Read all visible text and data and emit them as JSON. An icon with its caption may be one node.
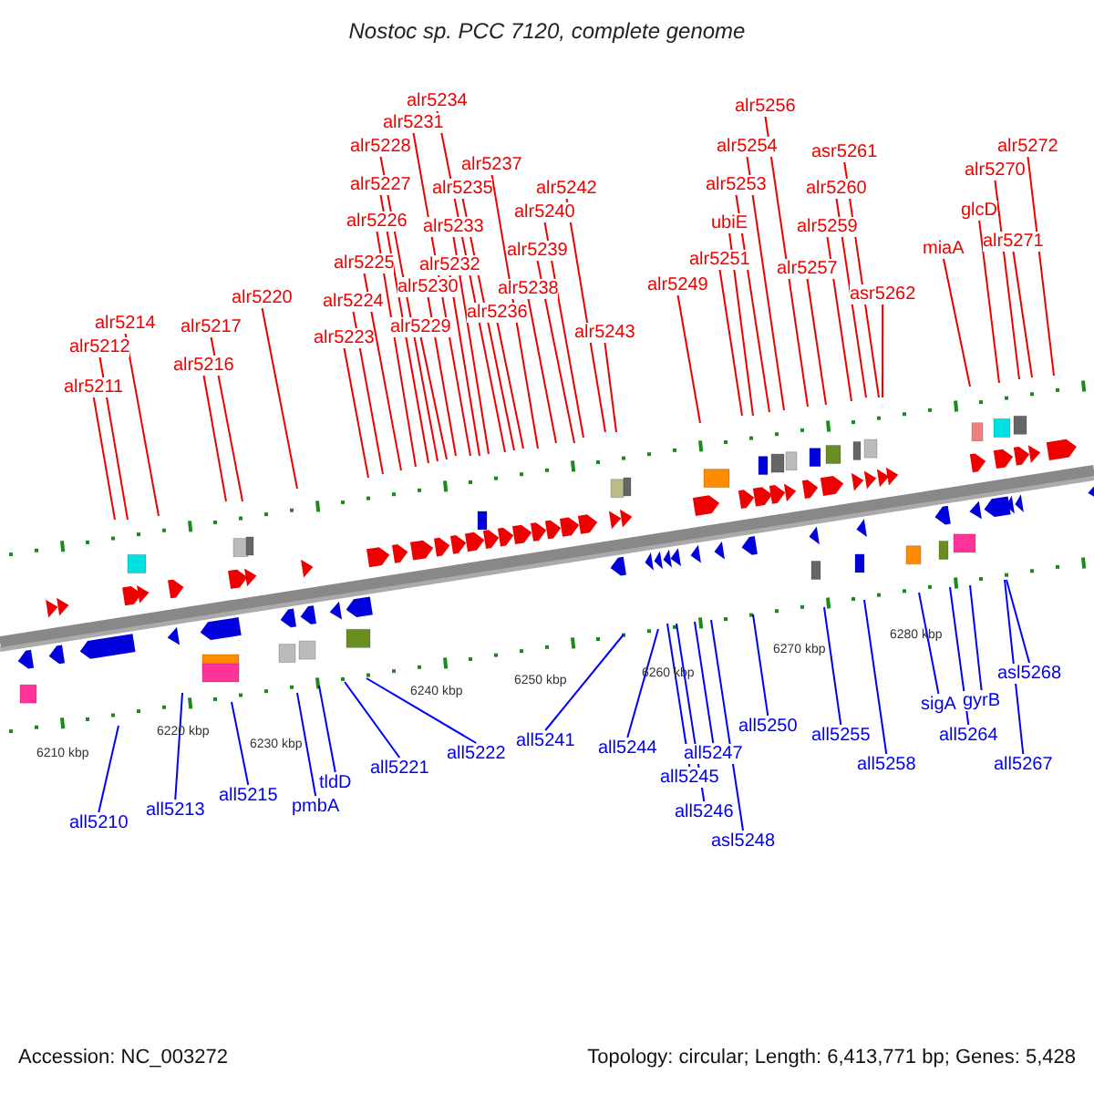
{
  "diagram": {
    "title": "Nostoc sp. PCC 7120, complete genome",
    "nodes": [
      {
        "text": [
          "alr5211"
        ]
      },
      {
        "text": [
          "alr5212"
        ]
      },
      {
        "text": [
          "alr5214"
        ]
      },
      {
        "text": [
          "alr5217"
        ]
      },
      {
        "text": [
          "alr5216"
        ]
      },
      {
        "text": [
          "alr5220"
        ]
      },
      {
        "text": [
          "alr5223"
        ]
      },
      {
        "text": [
          "alr5224"
        ]
      },
      {
        "text": [
          "alr5225"
        ]
      },
      {
        "text": [
          "alr5226"
        ]
      },
      {
        "text": [
          "alr5227"
        ]
      },
      {
        "text": [
          "alr5228"
        ]
      },
      {
        "text": [
          "alr5229"
        ]
      },
      {
        "text": [
          "alr5230"
        ]
      },
      {
        "text": [
          "alr5231"
        ]
      },
      {
        "text": [
          "alr5232"
        ]
      },
      {
        "text": [
          "alr5233"
        ]
      },
      {
        "text": [
          "alr5234"
        ]
      },
      {
        "text": [
          "alr5235"
        ]
      },
      {
        "text": [
          "alr5236"
        ]
      },
      {
        "text": [
          "alr5237"
        ]
      },
      {
        "text": [
          "alr5238"
        ]
      },
      {
        "text": [
          "alr5239"
        ]
      },
      {
        "text": [
          "alr5240"
        ]
      },
      {
        "text": [
          "alr5242"
        ]
      },
      {
        "text": [
          "alr5243"
        ]
      },
      {
        "text": [
          "alr5249"
        ]
      },
      {
        "text": [
          "alr5251"
        ]
      },
      {
        "text": [
          "ubiE"
        ]
      },
      {
        "text": [
          "alr5253"
        ]
      },
      {
        "text": [
          "alr5254"
        ]
      },
      {
        "text": [
          "alr5256"
        ]
      },
      {
        "text": [
          "alr5257"
        ]
      },
      {
        "text": [
          "alr5259"
        ]
      },
      {
        "text": [
          "alr5260"
        ]
      },
      {
        "text": [
          "asr5261"
        ]
      },
      {
        "text": [
          "asr5262"
        ]
      },
      {
        "text": [
          "miaA"
        ]
      },
      {
        "text": [
          "glcD"
        ]
      },
      {
        "text": [
          "alr5270"
        ]
      },
      {
        "text": [
          "alr5271"
        ]
      },
      {
        "text": [
          "alr5272"
        ]
      },
      {
        "text": [
          "all5210"
        ]
      },
      {
        "text": [
          "all5213"
        ]
      },
      {
        "text": [
          "all5215"
        ]
      },
      {
        "text": [
          "pmbA"
        ]
      },
      {
        "text": [
          "tldD"
        ]
      },
      {
        "text": [
          "all5221"
        ]
      },
      {
        "text": [
          "all5222"
        ]
      },
      {
        "text": [
          "all5241"
        ]
      },
      {
        "text": [
          "all5244"
        ]
      },
      {
        "text": [
          "all5245"
        ]
      },
      {
        "text": [
          "all5246"
        ]
      },
      {
        "text": [
          "all5247"
        ]
      },
      {
        "text": [
          "asl5248"
        ]
      },
      {
        "text": [
          "all5250"
        ]
      },
      {
        "text": [
          "all5255"
        ]
      },
      {
        "text": [
          "all5258"
        ]
      },
      {
        "text": [
          "sigA"
        ]
      },
      {
        "text": [
          "all5264"
        ]
      },
      {
        "text": [
          "gyrB"
        ]
      },
      {
        "text": [
          "asl5268"
        ]
      },
      {
        "text": [
          "all5267"
        ]
      }
    ],
    "edges": [
      {
        "from": 0,
        "to": null,
        "arrow": "none"
      },
      {
        "from": 1,
        "to": null,
        "arrow": "none"
      },
      {
        "from": 2,
        "to": null,
        "arrow": "none"
      },
      {
        "from": 3,
        "to": null,
        "arrow": "none"
      },
      {
        "from": 4,
        "to": null,
        "arrow": "none"
      },
      {
        "from": 5,
        "to": null,
        "arrow": "none"
      },
      {
        "from": 6,
        "to": null,
        "arrow": "none"
      },
      {
        "from": 7,
        "to": null,
        "arrow": "none"
      },
      {
        "from": 8,
        "to": null,
        "arrow": "none"
      },
      {
        "from": 9,
        "to": null,
        "arrow": "none"
      },
      {
        "from": 10,
        "to": null,
        "arrow": "none"
      },
      {
        "from": 11,
        "to": null,
        "arrow": "none"
      },
      {
        "from": 12,
        "to": null,
        "arrow": "none"
      },
      {
        "from": 13,
        "to": null,
        "arrow": "none"
      },
      {
        "from": 14,
        "to": null,
        "arrow": "none"
      },
      {
        "from": 15,
        "to": null,
        "arrow": "none"
      },
      {
        "from": 16,
        "to": null,
        "arrow": "none"
      },
      {
        "from": 17,
        "to": null,
        "arrow": "none"
      },
      {
        "from": 18,
        "to": null,
        "arrow": "none"
      },
      {
        "from": 19,
        "to": null,
        "arrow": "none"
      },
      {
        "from": 20,
        "to": null,
        "arrow": "none"
      },
      {
        "from": 21,
        "to": null,
        "arrow": "none"
      },
      {
        "from": 22,
        "to": null,
        "arrow": "none"
      },
      {
        "from": 23,
        "to": null,
        "arrow": "none"
      },
      {
        "from": 24,
        "to": null,
        "arrow": "none"
      },
      {
        "from": 25,
        "to": null,
        "arrow": "none"
      },
      {
        "from": 26,
        "to": null,
        "arrow": "none"
      },
      {
        "from": 27,
        "to": null,
        "arrow": "none"
      },
      {
        "from": 28,
        "to": null,
        "arrow": "none"
      },
      {
        "from": 29,
        "to": null,
        "arrow": "none"
      },
      {
        "from": 30,
        "to": null,
        "arrow": "none"
      },
      {
        "from": 31,
        "to": null,
        "arrow": "none"
      },
      {
        "from": 32,
        "to": null,
        "arrow": "none"
      },
      {
        "from": 33,
        "to": null,
        "arrow": "none"
      },
      {
        "from": 34,
        "to": null,
        "arrow": "none"
      },
      {
        "from": 35,
        "to": null,
        "arrow": "none"
      },
      {
        "from": 36,
        "to": null,
        "arrow": "none"
      },
      {
        "from": 37,
        "to": null,
        "arrow": "none"
      },
      {
        "from": 38,
        "to": null,
        "arrow": "none"
      },
      {
        "from": 39,
        "to": null,
        "arrow": "none"
      },
      {
        "from": 40,
        "to": null,
        "arrow": "none"
      },
      {
        "from": 41,
        "to": null,
        "arrow": "none"
      },
      {
        "from": 42,
        "to": null,
        "arrow": "none",
        "color": "#0000ff"
      },
      {
        "from": 43,
        "to": null,
        "arrow": "none",
        "color": "#0000ff"
      },
      {
        "from": 44,
        "to": null,
        "arrow": "none",
        "color": "#0000ff"
      },
      {
        "from": 45,
        "to": null,
        "arrow": "none",
        "color": "#0000ff"
      },
      {
        "from": 46,
        "to": null,
        "arrow": "none",
        "color": "#0000ff"
      },
      {
        "from": 47,
        "to": null,
        "arrow": "none",
        "color": "#0000ff"
      },
      {
        "from": 48,
        "to": null,
        "arrow": "none",
        "color": "#0000ff"
      },
      {
        "from": 49,
        "to": null,
        "arrow": "none",
        "color": "#0000ff"
      },
      {
        "from": 50,
        "to": null,
        "arrow": "none",
        "color": "#0000ff"
      },
      {
        "from": 51,
        "to": null,
        "arrow": "none",
        "color": "#0000ff"
      },
      {
        "from": 52,
        "to": null,
        "arrow": "none",
        "color": "#0000ff"
      },
      {
        "from": 53,
        "to": null,
        "arrow": "none",
        "color": "#0000ff"
      },
      {
        "from": 54,
        "to": null,
        "arrow": "none",
        "color": "#0000ff"
      },
      {
        "from": 55,
        "to": null,
        "arrow": "none",
        "color": "#0000ff"
      },
      {
        "from": 56,
        "to": null,
        "arrow": "none",
        "color": "#0000ff"
      },
      {
        "from": 57,
        "to": null,
        "arrow": "none",
        "color": "#0000ff"
      },
      {
        "from": 58,
        "to": null,
        "arrow": "none",
        "color": "#0000ff"
      },
      {
        "from": 59,
        "to": null,
        "arrow": "none",
        "color": "#0000ff"
      },
      {
        "from": 60,
        "to": null,
        "arrow": "none",
        "color": "#0000ff"
      },
      {
        "from": 61,
        "to": null,
        "arrow": "none",
        "color": "#0000ff"
      },
      {
        "from": 62,
        "to": null,
        "arrow": "none",
        "color": "#0000ff"
      }
    ],
    "labels": [
      "6210 kbp",
      "6220 kbp",
      "6230 kbp",
      "6240 kbp",
      "6250 kbp",
      "6260 kbp",
      "6270 kbp",
      "6280 kbp",
      "Accession: NC_003272",
      "Topology: circular; Length: 6,413,771 bp; Genes: 5,428"
    ]
  }
}
